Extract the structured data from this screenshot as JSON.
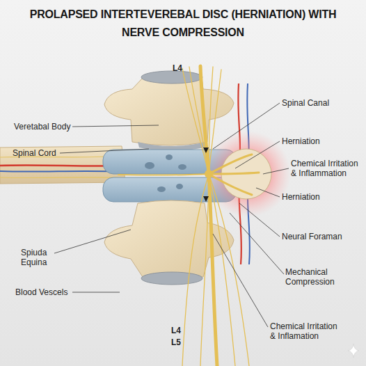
{
  "diagram": {
    "title": "PROLAPSED INTERTEVEREBAL DISC (HERNIATION) WITH NERVE COMPRESSION",
    "labels": [
      "L4",
      "Veretabal Body",
      "Spinal Cord",
      "Spiuda Equina",
      "Blood Vescels",
      "L4",
      "L5",
      "Spinal Canal",
      "Herniation",
      "Chemical Irritation & Inflammation",
      "Herniation",
      "Neural Foraman",
      "Mechanical Compression",
      "Chemical Irritation & Inflamation"
    ]
  }
}
